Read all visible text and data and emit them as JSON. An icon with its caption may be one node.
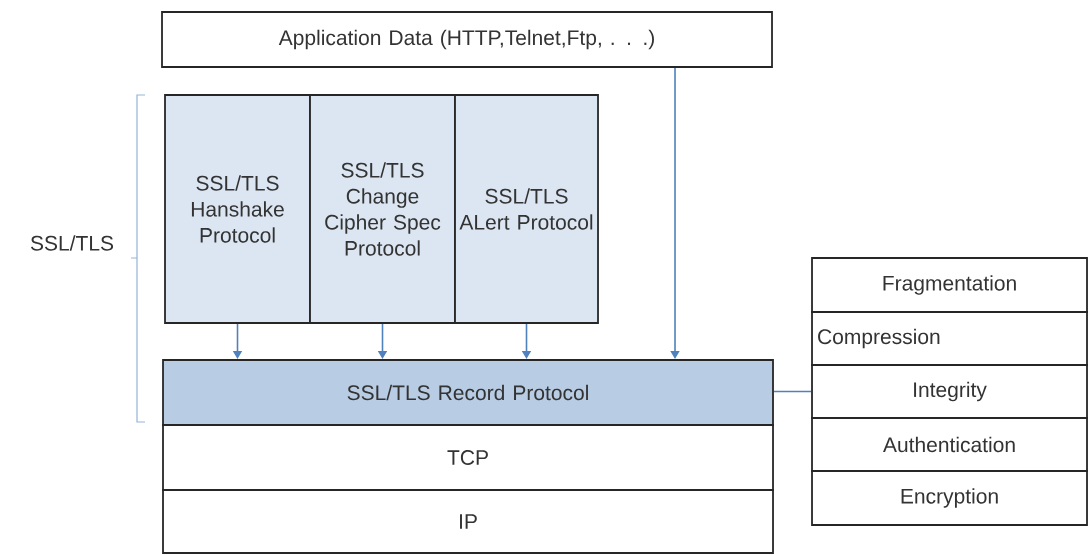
{
  "diagram": {
    "nodes": [
      {
        "text": [
          "Application Data (HTTP,Telnet,Ftp, . . .)"
        ]
      },
      {
        "text": [
          "SSL/TLS Hanshake Protocol"
        ]
      },
      {
        "text": [
          "SSL/TLS Change Cipher Spec Protocol"
        ]
      },
      {
        "text": [
          "SSL/TLS ALert Protocol"
        ]
      },
      {
        "text": [
          "SSL/TLS Record Protocol"
        ]
      },
      {
        "text": [
          "TCP"
        ]
      },
      {
        "text": [
          "IP"
        ]
      },
      {
        "text": [
          "Fragmentation"
        ]
      },
      {
        "text": [
          "Compression"
        ]
      },
      {
        "text": [
          "Integrity"
        ]
      },
      {
        "text": [
          "Authentication"
        ]
      },
      {
        "text": [
          "Encryption"
        ]
      }
    ],
    "edges": [
      {
        "from": 1,
        "to": 4,
        "arrow": "to"
      },
      {
        "from": 2,
        "to": 4,
        "arrow": "to"
      },
      {
        "from": 3,
        "to": 4,
        "arrow": "to"
      },
      {
        "from": 0,
        "to": 4,
        "arrow": "to"
      },
      {
        "from": 4,
        "to": 9,
        "arrow": "none"
      }
    ],
    "labels": [
      "SSL/TLS"
    ]
  }
}
